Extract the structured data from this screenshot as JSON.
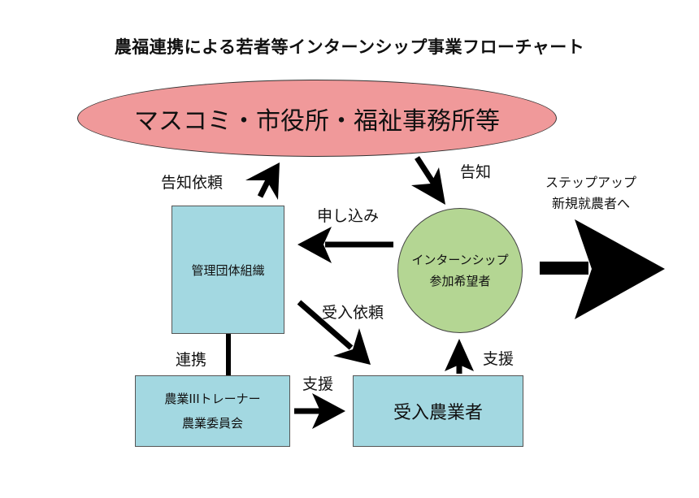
{
  "title": "農福連携による若者等インターンシップ事業フローチャート",
  "nodes": {
    "media": {
      "label": "マスコミ・市役所・福祉事務所等",
      "color": "#f0999a"
    },
    "management": {
      "label": "管理団体組織",
      "color": "#a3d8e1"
    },
    "trainer": {
      "line1": "農業IIIトレーナー",
      "line2": "農業委員会",
      "color": "#a3d8e1"
    },
    "farmer": {
      "label": "受入農業者",
      "color": "#a3d8e1"
    },
    "applicant": {
      "line1": "インターンシップ",
      "line2": "参加希望者",
      "color": "#b4d693"
    }
  },
  "edges": {
    "notify_request": "告知依頼",
    "notify": "告知",
    "apply": "申し込み",
    "accept_request": "受入依頼",
    "cooperation": "連携",
    "support_trainer": "支援",
    "support_farmer": "支援",
    "step_up_line1": "ステップアップ",
    "step_up_line2": "新規就農者へ"
  }
}
